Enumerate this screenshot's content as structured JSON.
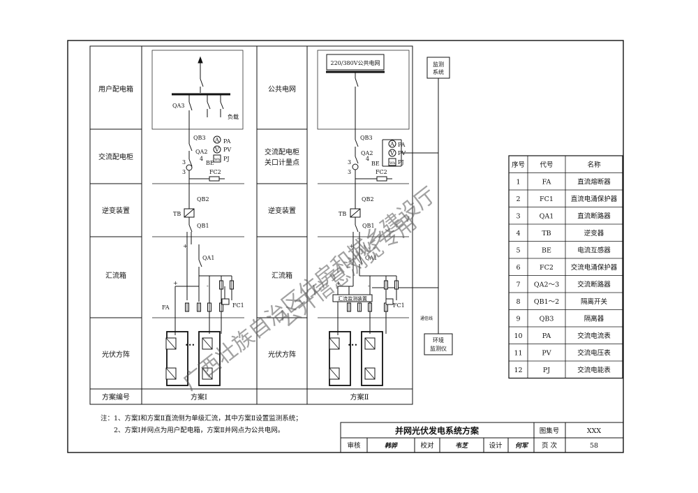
{
  "row_labels": {
    "scheme1": [
      "用户配电箱",
      "交流配电柜",
      "逆变装置",
      "汇流箱",
      "光伏方阵"
    ],
    "scheme2": [
      "公共电网",
      "交流配电柜",
      "关口计量点",
      "逆变装置",
      "汇流箱",
      "光伏方阵"
    ]
  },
  "footer_row": {
    "label": "方案编号",
    "scheme1": "方案Ⅰ",
    "scheme2": "方案Ⅱ"
  },
  "diagram1": {
    "qa3": "QA3",
    "load": "负载",
    "qb3": "QB3",
    "qa2": "QA2",
    "be": "BE",
    "fc2": "FC2",
    "qb2": "QB2",
    "tb": "TB",
    "qb1": "QB1",
    "qa1": "QA1",
    "fa": "FA",
    "fc1": "FC1",
    "pa": "PA",
    "pv": "PV",
    "pj": "PJ",
    "plus": "+",
    "minus": "-",
    "dots": "•••",
    "n3": "3",
    "n4": "4",
    "mA": "A",
    "mV": "V",
    "mWh": "Wh"
  },
  "diagram2": {
    "grid": "220/380V公共电网",
    "monitor_system": [
      "监测",
      "系统"
    ],
    "qb3": "QB3",
    "qa2": "QA2",
    "be": "BE",
    "fc2": "FC2",
    "qb2": "QB2",
    "tb": "TB",
    "qb1": "QB1",
    "qa1": "QA1",
    "fc1": "FC1",
    "pa": "PA",
    "pv": "PV",
    "pj": "PJ",
    "dc_monitor": "汇流监测装置",
    "comm_line": "通信线",
    "env_monitor": [
      "环境",
      "监测仪"
    ],
    "plus": "+",
    "minus": "-",
    "dots": "•••",
    "n3": "3",
    "n4": "4",
    "mA": "A",
    "mV": "V",
    "mWh": "Wh"
  },
  "legend": {
    "headers": [
      "序号",
      "代号",
      "名称"
    ],
    "rows": [
      [
        "1",
        "FA",
        "直流熔断器"
      ],
      [
        "2",
        "FC1",
        "直流电涌保护器"
      ],
      [
        "3",
        "QA1",
        "直流断路器"
      ],
      [
        "4",
        "TB",
        "逆变器"
      ],
      [
        "5",
        "BE",
        "电流互感器"
      ],
      [
        "6",
        "FC2",
        "交流电涌保护器"
      ],
      [
        "7",
        "QA2～3",
        "交流断路器"
      ],
      [
        "8",
        "QB1～2",
        "隔离开关"
      ],
      [
        "9",
        "QB3",
        "隔离器"
      ],
      [
        "10",
        "PA",
        "交流电流表"
      ],
      [
        "11",
        "PV",
        "交流电压表"
      ],
      [
        "12",
        "PJ",
        "交流电能表"
      ]
    ]
  },
  "notes": [
    "注：1、方案Ⅰ和方案Ⅱ直流侧为单级汇流，其中方案Ⅱ设置监测系统；",
    "2、方案Ⅰ并网点为用户配电箱，方案Ⅱ并网点为公共电网。"
  ],
  "title_block": {
    "title": "并网光伏发电系统方案",
    "atlas_no_label": "图集号",
    "atlas_no": "XXX",
    "review": "审核",
    "check": "校对",
    "design": "设计",
    "page_label": "页 次",
    "page": "58",
    "signatures": [
      "韩骅",
      "韦芝",
      "何军"
    ]
  },
  "watermark": [
    "广西壮族自治区住房和城乡建设厅",
    "公开信息浏览专用"
  ],
  "colors": {
    "ink": "#111111",
    "watermark": "#555555"
  }
}
